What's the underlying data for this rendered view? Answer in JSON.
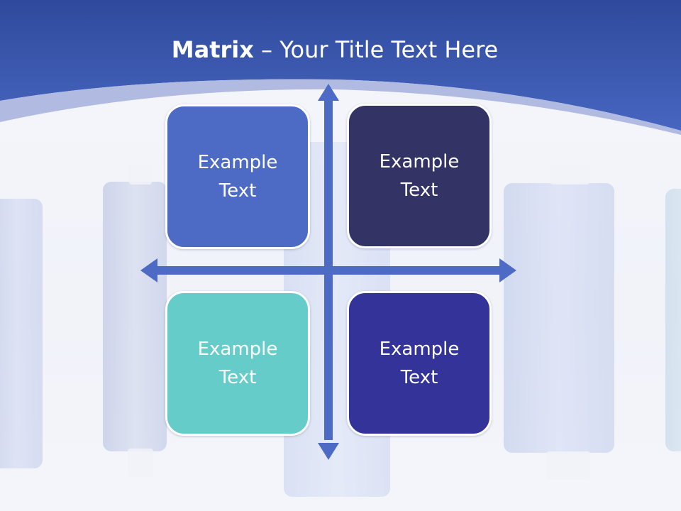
{
  "title": {
    "bold": "Matrix",
    "rest": " – Your Title Text Here"
  },
  "matrix": {
    "top_left": "Example Text",
    "top_right": "Example Text",
    "bottom_left": "Example Text",
    "bottom_right": "Example Text"
  },
  "colors": {
    "header_blue": "#3a55b0",
    "top_left_box": "#4d6bc4",
    "top_right_box": "#333366",
    "bottom_left_box": "#66ccc9",
    "bottom_right_box": "#333399",
    "axis_arrows": "#4d6bc4"
  }
}
